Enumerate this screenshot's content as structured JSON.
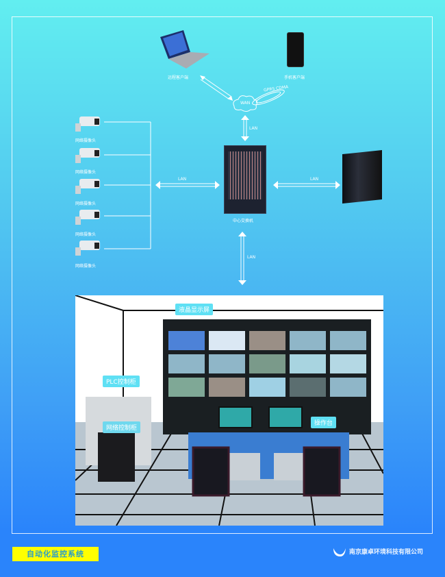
{
  "network": {
    "remote_client": "远程客户端",
    "mobile_client": "手机客户端",
    "wan": "WAN",
    "wireless": "GPRS CDMA",
    "lan_top": "LAN",
    "lan_left": "LAN",
    "lan_right": "LAN",
    "lan_bottom": "LAN",
    "switch": "中心交换机",
    "cameras": [
      "网络摄像头",
      "网络摄像头",
      "网络摄像头",
      "网络摄像头",
      "网络摄像头"
    ]
  },
  "room": {
    "lcd_wall": "液晶显示屏",
    "plc_cabinet": "PLC控制柜",
    "network_cabinet": "网络控制柜",
    "console": "操作台"
  },
  "footer": {
    "title": "自动化监控系统",
    "company": "南京康卓环境科技有限公司"
  },
  "colors": {
    "footer_badge": "#ffff00",
    "tag": "#5fe0f4",
    "bg_top": "#62eef0",
    "bg_bottom": "#2a84fb"
  }
}
